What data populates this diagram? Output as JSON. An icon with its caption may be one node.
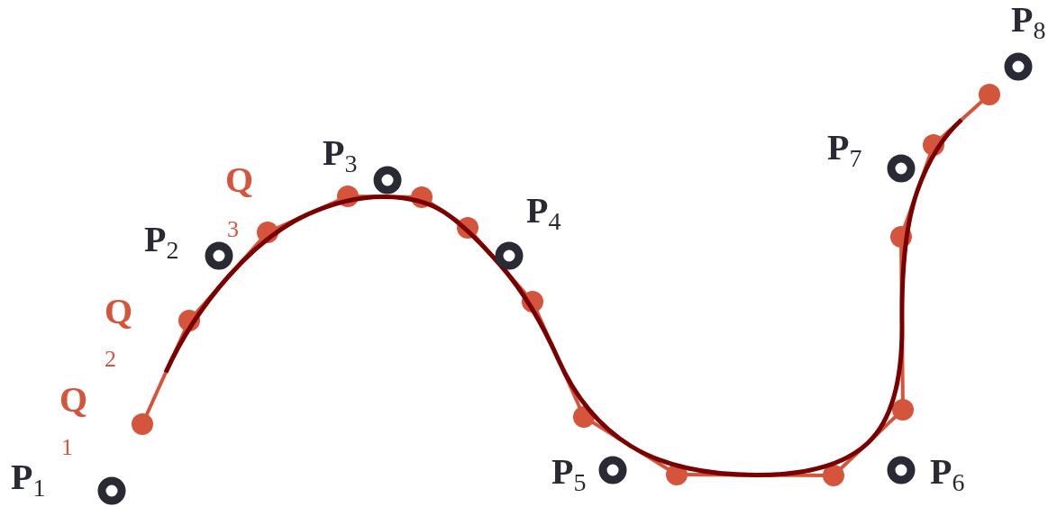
{
  "diagram": {
    "labels": [
      "P$_{8}$",
      "P$_{3}$",
      "Q",
      "P$_{7}$",
      "P$_{4}$",
      "P$_{2}$",
      "3",
      "Q",
      "2",
      "Q",
      "1",
      "P$_{5}$",
      "P$_{6}$",
      "P$_{1}$"
    ]
  }
}
